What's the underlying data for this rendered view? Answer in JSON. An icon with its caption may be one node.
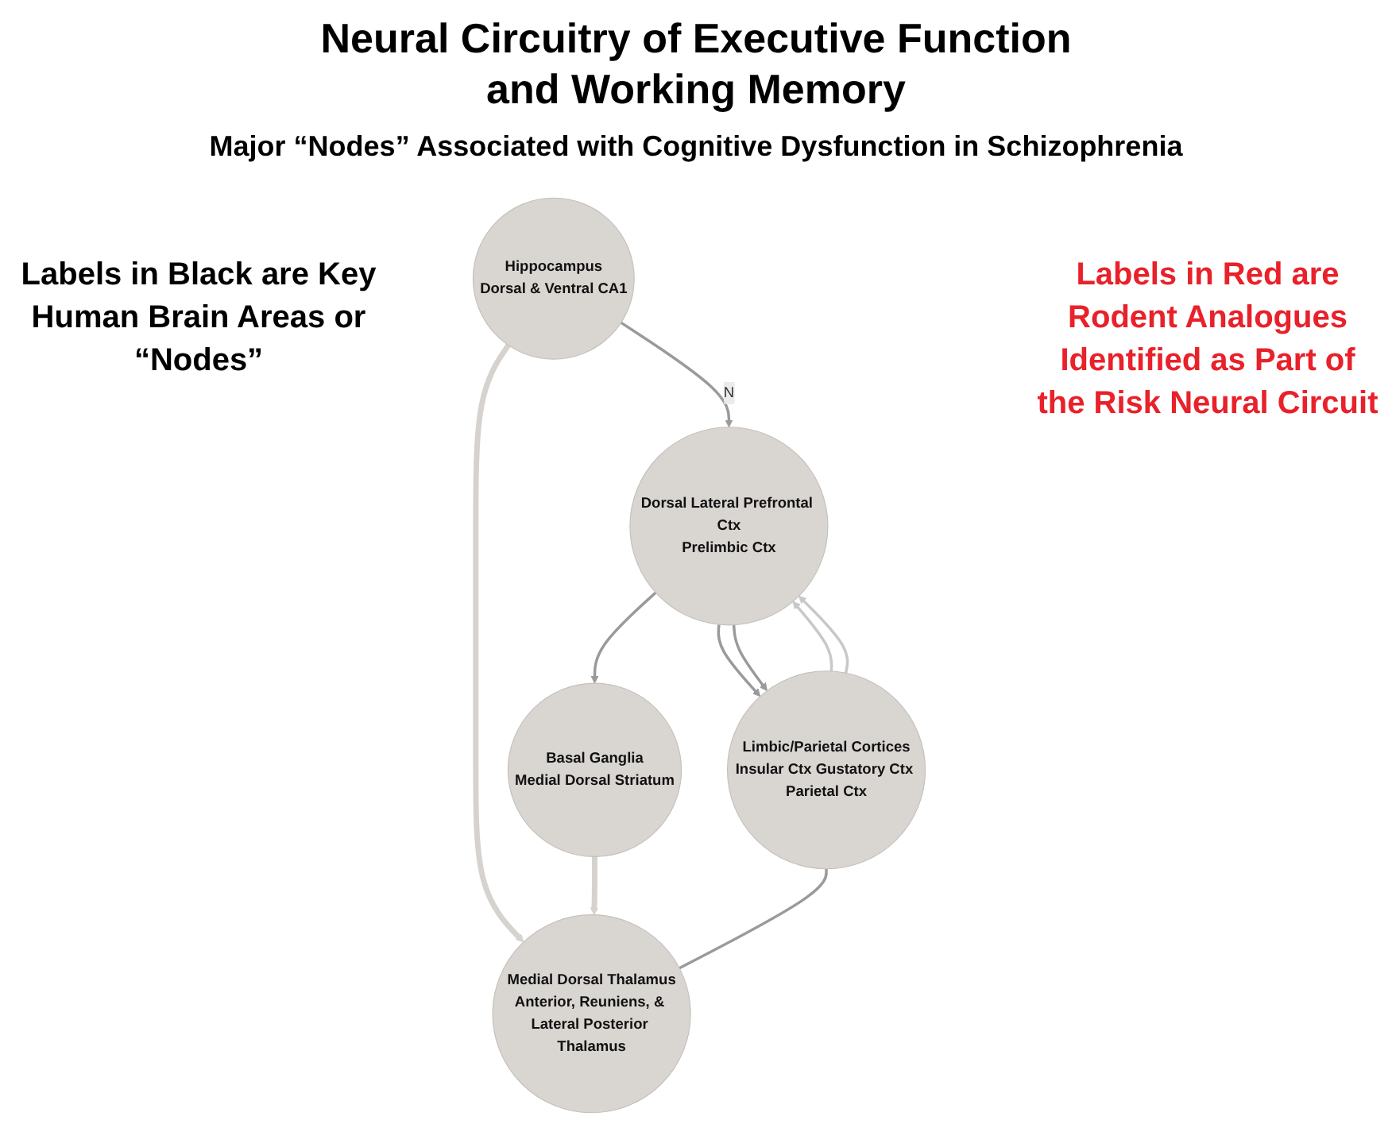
{
  "diagram": {
    "title": "Neural Circuitry of Executive Function and Working Memory",
    "nodes": [
      {
        "text": [
          "Dorsal Lateral Prefrontal Ctx",
          "Prelimbic Ctx"
        ]
      },
      {
        "text": [
          "Hippocampus",
          "Dorsal & Ventral CA1"
        ]
      },
      {
        "text": [
          "Limbic/Parietal Cortices",
          "Insular Ctx Gustatory Ctx Parietal Ctx"
        ]
      },
      {
        "text": [
          "Basal Ganglia",
          "Medial Dorsal Striatum"
        ]
      },
      {
        "text": [
          "Medial Dorsal Thalamus",
          "Anterior, Reuniens, & Lateral Posterior Thalamus"
        ]
      }
    ],
    "edges": [
      {
        "from": 1,
        "to": 0,
        "arrow": "to",
        "label": "N"
      },
      {
        "from": 0,
        "to": 3,
        "arrow": "to"
      },
      {
        "from": 0,
        "to": 2,
        "arrow": "to"
      },
      {
        "from": 0,
        "to": 2,
        "arrow": "to"
      },
      {
        "from": 2,
        "to": 0,
        "arrow": "to",
        "color": "#c8c8c8"
      },
      {
        "from": 2,
        "to": 0,
        "arrow": "to",
        "color": "#c8c8c8"
      },
      {
        "from": 1,
        "to": 4,
        "arrow": "to",
        "style": "thick",
        "color": "#d6d3cf"
      },
      {
        "from": 3,
        "to": 4,
        "arrow": "to",
        "style": "thick",
        "color": "#d6d3cf"
      },
      {
        "from": 2,
        "to": 4,
        "arrow": "none"
      }
    ],
    "labels": [
      "Major “Nodes” Associated with Cognitive Dysfunction in Schizophrenia",
      "Labels in Black are Key Human Brain Areas or “Nodes”",
      "Labels in Red are Rodent Analogues Identified as Part of the Risk Neural Circuit"
    ]
  }
}
